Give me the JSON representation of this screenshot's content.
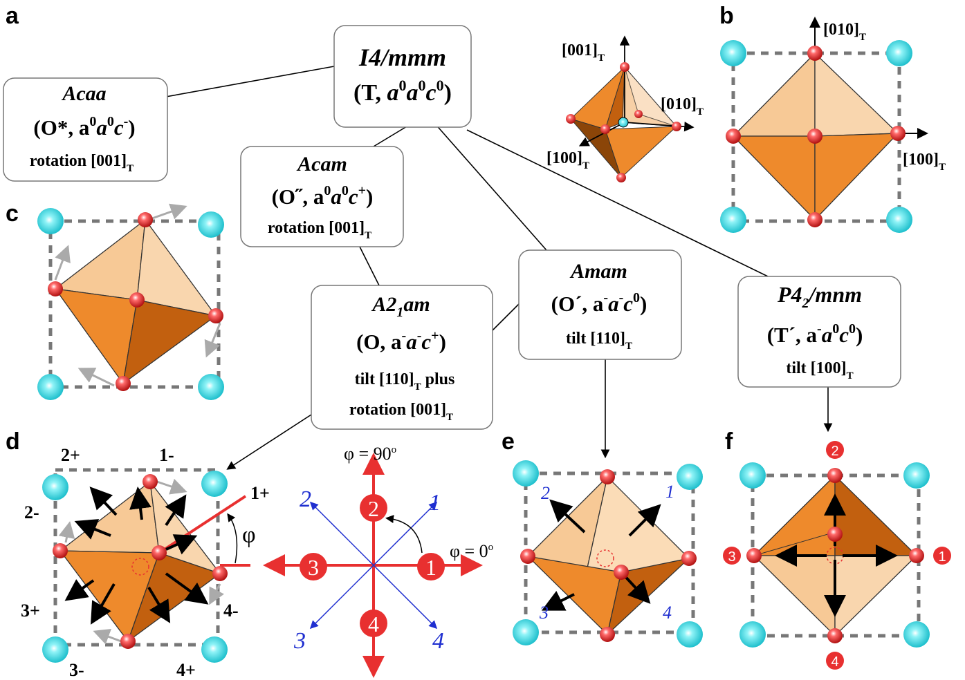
{
  "panels": {
    "a": "a",
    "b": "b",
    "c": "c",
    "d": "d",
    "e": "e",
    "f": "f"
  },
  "boxes": {
    "i4mmm": {
      "sg": "I4/mmm",
      "desc_pre": "(T, ",
      "desc_math": "a",
      "sup1": "0",
      "a2": "a",
      "sup2": "0",
      "c": "c",
      "sup3": "0",
      "close": ")"
    },
    "acaa": {
      "sg": "Acaa",
      "l2": "(O*, a",
      "l2b": "0",
      "l2c": "a",
      "l2d": "0",
      "l2e": "c",
      "l2f": "-",
      "l2g": ")",
      "l3": "rotation [001]",
      "sub": "T"
    },
    "acam": {
      "sg": "Acam",
      "l2": "(O˝, a",
      "l2b": "0",
      "l2c": "a",
      "l2d": "0",
      "l2e": "c",
      "l2f": "+",
      "l2g": ")",
      "l3": "rotation [001]",
      "sub": "T"
    },
    "a21am": {
      "sg1": "A2",
      "sgsub": "1",
      "sg2": "am",
      "l2": "(O, a",
      "l2b": "-",
      "l2c": "a",
      "l2d": "-",
      "l2e": "c",
      "l2f": "+",
      "l2g": ")",
      "l3": "tilt [110]",
      "l3sub": "T",
      "l3b": " plus",
      "l4": "rotation [001]",
      "l4sub": "T"
    },
    "amam": {
      "sg": "Amam",
      "l2": "(O´, a",
      "l2b": "-",
      "l2c": "a",
      "l2d": "-",
      "l2e": "c",
      "l2f": "0",
      "l2g": ")",
      "l3": "tilt [110]",
      "sub": "T"
    },
    "p42mnm": {
      "sg1": "P4",
      "sgsub": "2",
      "sg2": "/mnm",
      "l2": "(T´, a",
      "l2b": "-",
      "l2c": "a",
      "l2d": "0",
      "l2e": "c",
      "l2f": "0",
      "l2g": ")",
      "l3": "tilt [100]",
      "sub": "T"
    }
  },
  "axes": {
    "a001": "[001]",
    "a010": "[010]",
    "a100": "[100]",
    "sub": "T"
  },
  "panel_d": {
    "labels": [
      "2+",
      "1-",
      "1+",
      "2-",
      "3+",
      "4-",
      "3-",
      "4+"
    ],
    "phi": "φ"
  },
  "compass": {
    "phi90": "φ = 90",
    "phi0": "φ = 0",
    "deg": "o",
    "red": [
      "1",
      "2",
      "3",
      "4"
    ],
    "blue": [
      "1",
      "2",
      "3",
      "4"
    ]
  },
  "panel_e": {
    "blue": [
      "1",
      "2",
      "3",
      "4"
    ]
  },
  "panel_f": {
    "red": [
      "1",
      "2",
      "3",
      "4"
    ]
  },
  "colors": {
    "oct_light": "#f7c996",
    "oct_mid": "#ee8a2c",
    "oct_dark": "#c2600f",
    "cyan": "#2fd4de",
    "red": "#e83030",
    "blue": "#1f2fd0"
  }
}
